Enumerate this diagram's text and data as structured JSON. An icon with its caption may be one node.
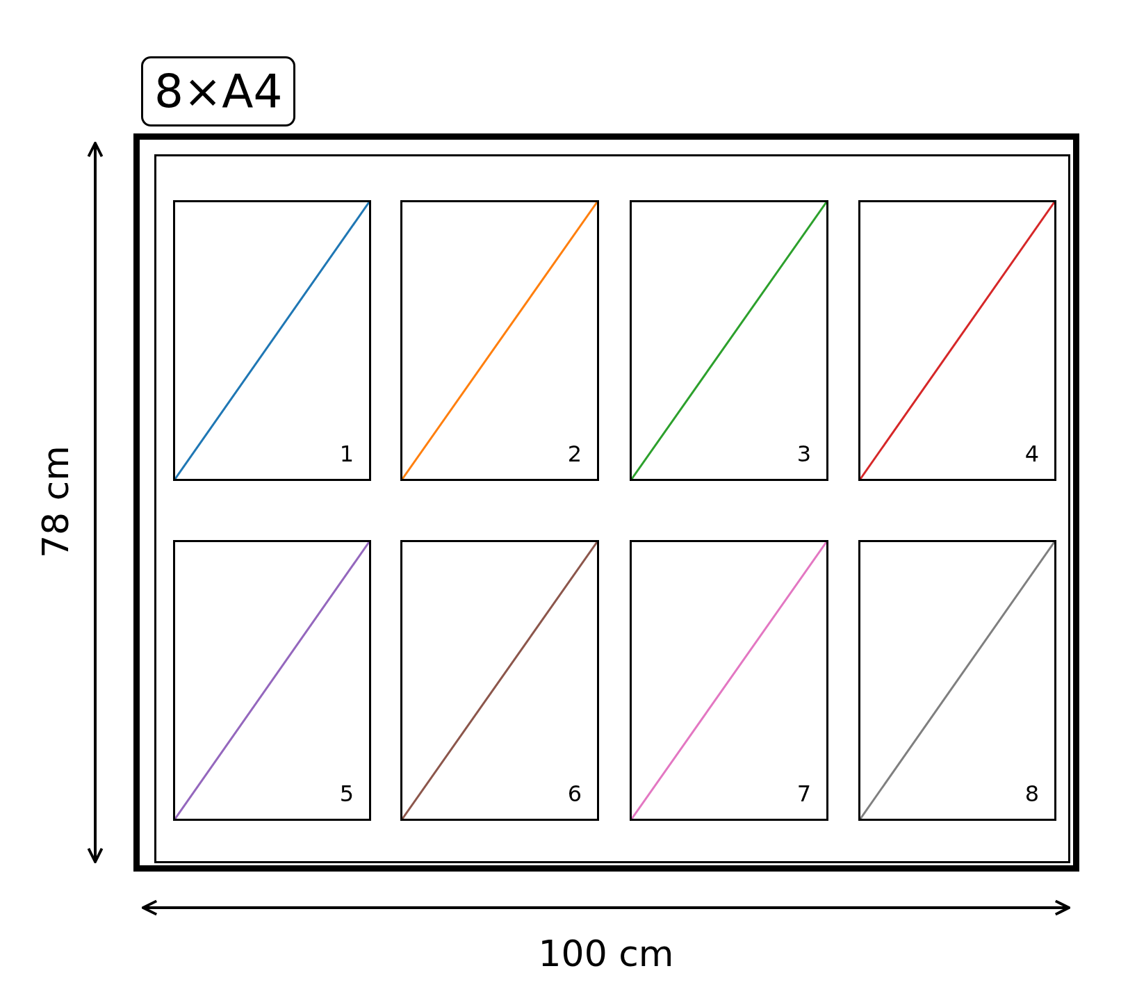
{
  "diagram": {
    "nodes": [
      {
        "text": [],
        "shape": "box"
      },
      {
        "text": [],
        "shape": "box",
        "in": 0
      },
      {
        "text": [
          "1"
        ],
        "in": 1
      },
      {
        "text": [
          "2"
        ],
        "in": 1
      },
      {
        "text": [
          "3"
        ],
        "in": 1
      },
      {
        "text": [
          "4"
        ],
        "in": 1
      },
      {
        "text": [
          "5"
        ],
        "in": 1
      },
      {
        "text": [
          "6"
        ],
        "in": 1
      },
      {
        "text": [
          "7"
        ],
        "in": 1
      },
      {
        "text": [
          "8"
        ],
        "in": 1
      }
    ],
    "labels": [
      "8×A4",
      "78 cm",
      "100 cm"
    ]
  }
}
